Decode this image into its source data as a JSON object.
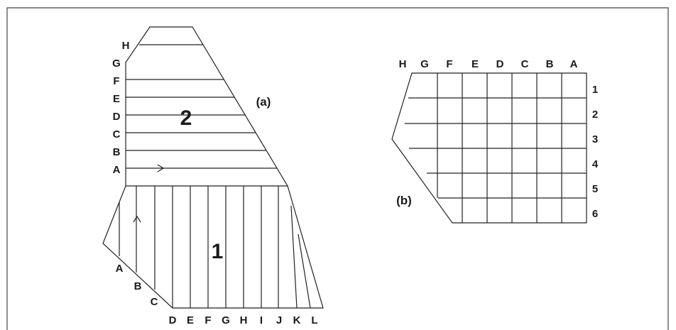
{
  "panel_a": {
    "tag": "(a)",
    "region_2": "2",
    "region_1": "1",
    "rows": [
      "A",
      "B",
      "C",
      "D",
      "E",
      "F",
      "G",
      "H"
    ],
    "bottom_cols": [
      "D",
      "E",
      "F",
      "G",
      "H",
      "I",
      "J",
      "K",
      "L"
    ],
    "diag_cols": [
      "A",
      "B",
      "C"
    ]
  },
  "panel_b": {
    "tag": "(b)",
    "cols": [
      "H",
      "G",
      "F",
      "E",
      "D",
      "C",
      "B",
      "A"
    ],
    "rows": [
      "1",
      "2",
      "3",
      "4",
      "5",
      "6"
    ]
  }
}
